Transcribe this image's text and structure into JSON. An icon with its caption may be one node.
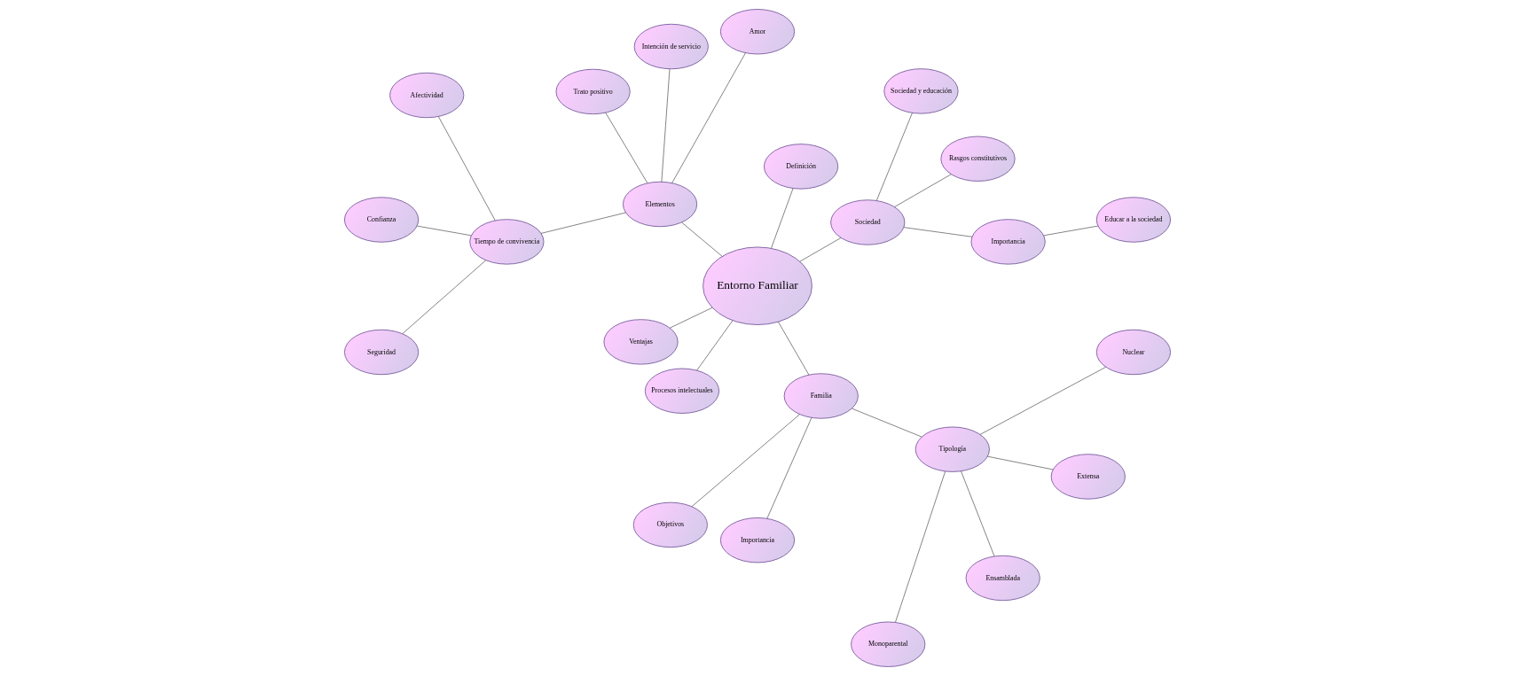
{
  "diagram": {
    "nodes": [
      {
        "text": [
          "Entorno Familiar"
        ]
      },
      {
        "text": [
          "Sociedad"
        ]
      },
      {
        "text": [
          "Importancia"
        ]
      },
      {
        "text": [
          "Educar a la sociedad"
        ]
      },
      {
        "text": [
          "Rasgos constitutivos"
        ]
      },
      {
        "text": [
          "Sociedad y educación"
        ]
      },
      {
        "text": [
          "Definición"
        ]
      },
      {
        "text": [
          "Elementos"
        ]
      },
      {
        "text": [
          "Amor"
        ]
      },
      {
        "text": [
          "Intención de servicio"
        ]
      },
      {
        "text": [
          "Trato positivo"
        ]
      },
      {
        "text": [
          "Tiempo de convivencia"
        ]
      },
      {
        "text": [
          "Afectividad"
        ]
      },
      {
        "text": [
          "Confianza"
        ]
      },
      {
        "text": [
          "Seguridad"
        ]
      },
      {
        "text": [
          "Ventajas"
        ]
      },
      {
        "text": [
          "Procesos intelectuales"
        ]
      },
      {
        "text": [
          "Familia"
        ]
      },
      {
        "text": [
          "Objetivos"
        ]
      },
      {
        "text": [
          "Importancia"
        ]
      },
      {
        "text": [
          "Tipología"
        ]
      },
      {
        "text": [
          "Monoparental"
        ]
      },
      {
        "text": [
          "Ensamblada"
        ]
      },
      {
        "text": [
          "Extensa"
        ]
      },
      {
        "text": [
          "Nuclear"
        ]
      }
    ],
    "edges": [
      {
        "from": 0,
        "to": 1,
        "arrow": "none"
      },
      {
        "from": 1,
        "to": 2,
        "arrow": "none"
      },
      {
        "from": 2,
        "to": 3,
        "arrow": "none"
      },
      {
        "from": 1,
        "to": 4,
        "arrow": "none"
      },
      {
        "from": 1,
        "to": 5,
        "arrow": "none"
      },
      {
        "from": 0,
        "to": 6,
        "arrow": "none"
      },
      {
        "from": 0,
        "to": 7,
        "arrow": "none"
      },
      {
        "from": 7,
        "to": 8,
        "arrow": "none"
      },
      {
        "from": 7,
        "to": 9,
        "arrow": "none"
      },
      {
        "from": 7,
        "to": 10,
        "arrow": "none"
      },
      {
        "from": 7,
        "to": 11,
        "arrow": "none"
      },
      {
        "from": 11,
        "to": 12,
        "arrow": "none"
      },
      {
        "from": 11,
        "to": 13,
        "arrow": "none"
      },
      {
        "from": 11,
        "to": 14,
        "arrow": "none"
      },
      {
        "from": 0,
        "to": 15,
        "arrow": "none"
      },
      {
        "from": 0,
        "to": 16,
        "arrow": "none"
      },
      {
        "from": 0,
        "to": 17,
        "arrow": "none"
      },
      {
        "from": 17,
        "to": 18,
        "arrow": "none"
      },
      {
        "from": 17,
        "to": 19,
        "arrow": "none"
      },
      {
        "from": 17,
        "to": 20,
        "arrow": "none"
      },
      {
        "from": 20,
        "to": 21,
        "arrow": "none"
      },
      {
        "from": 20,
        "to": 22,
        "arrow": "none"
      },
      {
        "from": 20,
        "to": 23,
        "arrow": "none"
      },
      {
        "from": 20,
        "to": 24,
        "arrow": "none"
      }
    ]
  }
}
